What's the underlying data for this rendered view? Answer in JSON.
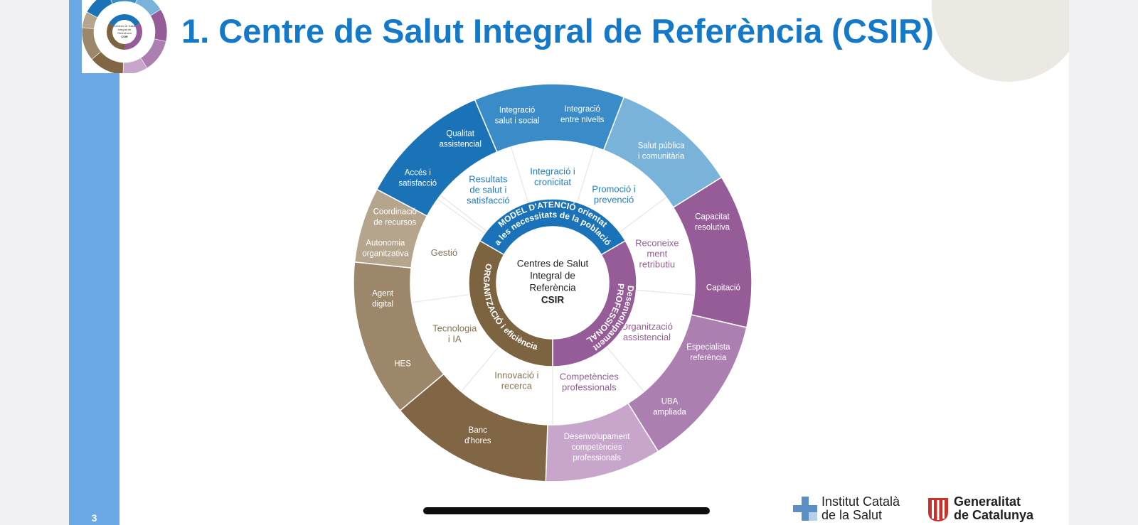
{
  "slide": {
    "title": "1. Centre de Salut Integral de Referència (CSIR)",
    "page_number": "3"
  },
  "thumbnail": {
    "center_lines": [
      "Centres de Salut",
      "Integral de",
      "Referència",
      "CSIR"
    ]
  },
  "wheel": {
    "center": {
      "lines": [
        "Centres de Salut",
        "Integral de",
        "Referència"
      ],
      "bold": "CSIR"
    },
    "inner_ring": [
      {
        "key": "model",
        "label": "MODEL D'ATENCIÓ orientat a les necessitats de la població",
        "line1": "MODEL D'ATENCIÓ orientat",
        "line2": "a les necessitats de la població",
        "color": "#1a72b8"
      },
      {
        "key": "prof",
        "label": "Desenvolupament PROFESSIONAL",
        "line1": "Desenvolupament",
        "line2": "PROFESSIONAL",
        "color": "#955c98"
      },
      {
        "key": "org",
        "label": "ORGANITZACIÓ i eficiència",
        "line1": "ORGANITZACIÓ i eficiència",
        "line2": "",
        "color": "#7d6441"
      }
    ],
    "middle_ring": [
      {
        "lines": [
          "Resultats",
          "de salut i",
          "satisfacció"
        ],
        "color": "#1f7dc1"
      },
      {
        "lines": [
          "Integració i",
          "cronicitat"
        ],
        "color": "#1f7dc1"
      },
      {
        "lines": [
          "Promoció i",
          "prevenció"
        ],
        "color": "#1f7dc1"
      },
      {
        "lines": [
          "Reconeixe",
          "ment",
          "retributiu"
        ],
        "color": "#955c98"
      },
      {
        "lines": [
          "Organització",
          "assistencial"
        ],
        "color": "#955c98"
      },
      {
        "lines": [
          "Competències",
          "professionals"
        ],
        "color": "#955c98"
      },
      {
        "lines": [
          "Innovació i",
          "recerca"
        ],
        "color": "#8a7251"
      },
      {
        "lines": [
          "Tecnologia",
          "i IA"
        ],
        "color": "#8a7251"
      },
      {
        "lines": [
          "Gestió"
        ],
        "color": "#8a7251"
      }
    ],
    "outer_ring": [
      {
        "group": "blue",
        "color": "#1b73b7",
        "labels": [
          [
            "Accés i",
            "satisfacció"
          ],
          [
            "Qualitat",
            "assistencial"
          ]
        ]
      },
      {
        "group": "blue-mid",
        "color": "#3a8cc9",
        "labels": [
          [
            "Integració",
            "salut i social"
          ],
          [
            "Integració",
            "entre nivells"
          ]
        ]
      },
      {
        "group": "blue-light",
        "color": "#79b3da",
        "labels": [
          [
            "Salut pública",
            "i comunitària"
          ]
        ]
      },
      {
        "group": "purple-dark",
        "color": "#955c98",
        "labels": [
          [
            "Capacitat",
            "resolutiva"
          ],
          [
            "Capitació"
          ]
        ]
      },
      {
        "group": "purple-mid",
        "color": "#ac7fb1",
        "labels": [
          [
            "Especialista",
            "referència"
          ],
          [
            "UBA",
            "ampliada"
          ]
        ]
      },
      {
        "group": "purple-light",
        "color": "#c8a6cc",
        "labels": [
          [
            "Desenvolupament",
            "competències",
            "professionals"
          ]
        ]
      },
      {
        "group": "brown-dark",
        "color": "#806644",
        "labels": [
          [
            "Banc",
            "d'hores"
          ]
        ]
      },
      {
        "group": "brown-mid",
        "color": "#9c876a",
        "labels": [
          [
            "HES"
          ],
          [
            "Agent",
            "digital"
          ]
        ]
      },
      {
        "group": "brown-light",
        "color": "#b5a58d",
        "labels": [
          [
            "Autonomia",
            "organitzativa"
          ],
          [
            "Coordinació",
            "de recursos"
          ]
        ]
      }
    ]
  },
  "logos": {
    "ics": {
      "line1": "Institut Català",
      "line2": "de la Salut",
      "color": "#5a8ec5"
    },
    "gencat": {
      "line1": "Generalitat",
      "line2": "de Catalunya",
      "color": "#c8322b"
    }
  },
  "colors": {
    "sidebar": "#6aa9e6",
    "title": "#1479c9"
  }
}
